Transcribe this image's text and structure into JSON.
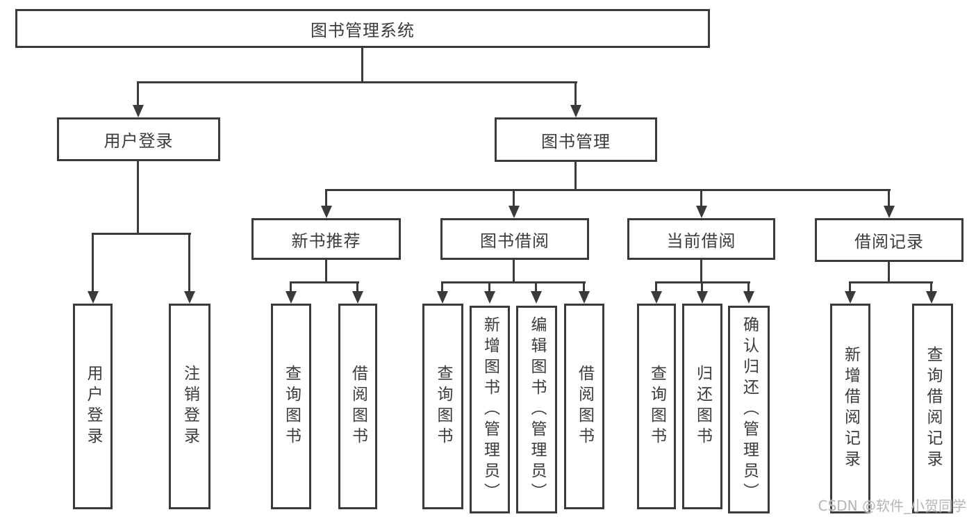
{
  "tree": {
    "label": "图书管理系统",
    "children": [
      {
        "label": "用户登录",
        "children": [
          {
            "label": "用户登录"
          },
          {
            "label": "注销登录"
          }
        ]
      },
      {
        "label": "图书管理",
        "children": [
          {
            "label": "新书推荐",
            "children": [
              {
                "label": "查询图书"
              },
              {
                "label": "借阅图书"
              }
            ]
          },
          {
            "label": "图书借阅",
            "children": [
              {
                "label": "查询图书"
              },
              {
                "label": "新增图书（管理员）"
              },
              {
                "label": "编辑图书（管理员）"
              },
              {
                "label": "借阅图书"
              }
            ]
          },
          {
            "label": "当前借阅",
            "children": [
              {
                "label": "查询图书"
              },
              {
                "label": "归还图书"
              },
              {
                "label": "确认归还（管理员）"
              }
            ]
          },
          {
            "label": "借阅记录",
            "children": [
              {
                "label": "新增借阅记录"
              },
              {
                "label": "查询借阅记录"
              }
            ]
          }
        ]
      }
    ]
  },
  "watermark": {
    "text": "CSDN @软件_小贺同学"
  },
  "colors": {
    "line": "#3a3a3a",
    "text": "#3b3b3b",
    "watermark": "#b5b5b5",
    "background": "#ffffff"
  }
}
